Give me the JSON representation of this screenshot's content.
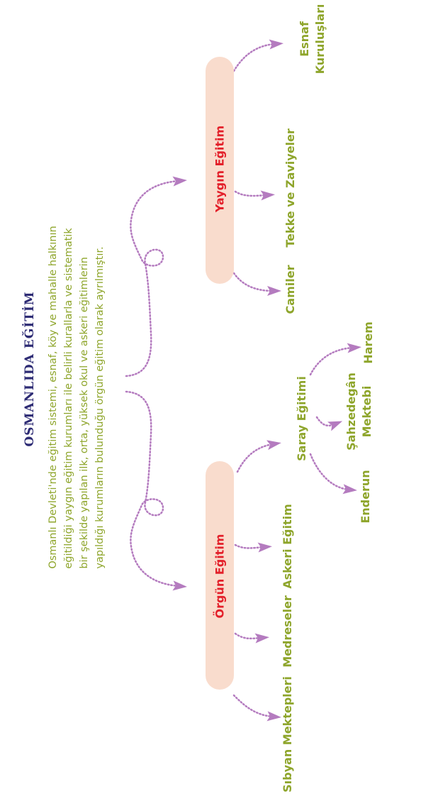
{
  "title": "OSMANLIDA EĞİTİM",
  "paragraph": [
    "Osmanlı Devleti'nde eğitim sistemi, esnaf, köy ve mahalle halkının",
    "eğitildiği yaygın eğitim kurumları ile belirli kurallarla ve sistematik",
    "bir şekilde yapılan ilk, orta, yüksek okul ve askeri eğitimlerin",
    "yapıldığı kurumların bulunduğu örgün eğitim olarak ayrılmıştır."
  ],
  "orgun": {
    "label": "Örgün Eğitim",
    "children": [
      "Sıbyan Mektepleri",
      "Medreseler",
      "Askeri Eğitim",
      "Saray Eğitimi"
    ],
    "saray_children": [
      "Enderun",
      "Şahzedegân",
      "Mektebi",
      "Harem"
    ]
  },
  "yaygin": {
    "label": "Yaygın Eğitim",
    "children": [
      "Camiler",
      "Tekke ve Zaviyeler",
      "Esnaf",
      "Kuruluşları"
    ]
  },
  "colors": {
    "arrow": "#b47bbf",
    "text": "#8ea52b",
    "title": "#2d2b74",
    "pill": "#f9dccd",
    "pill_text": "#e3202a"
  }
}
